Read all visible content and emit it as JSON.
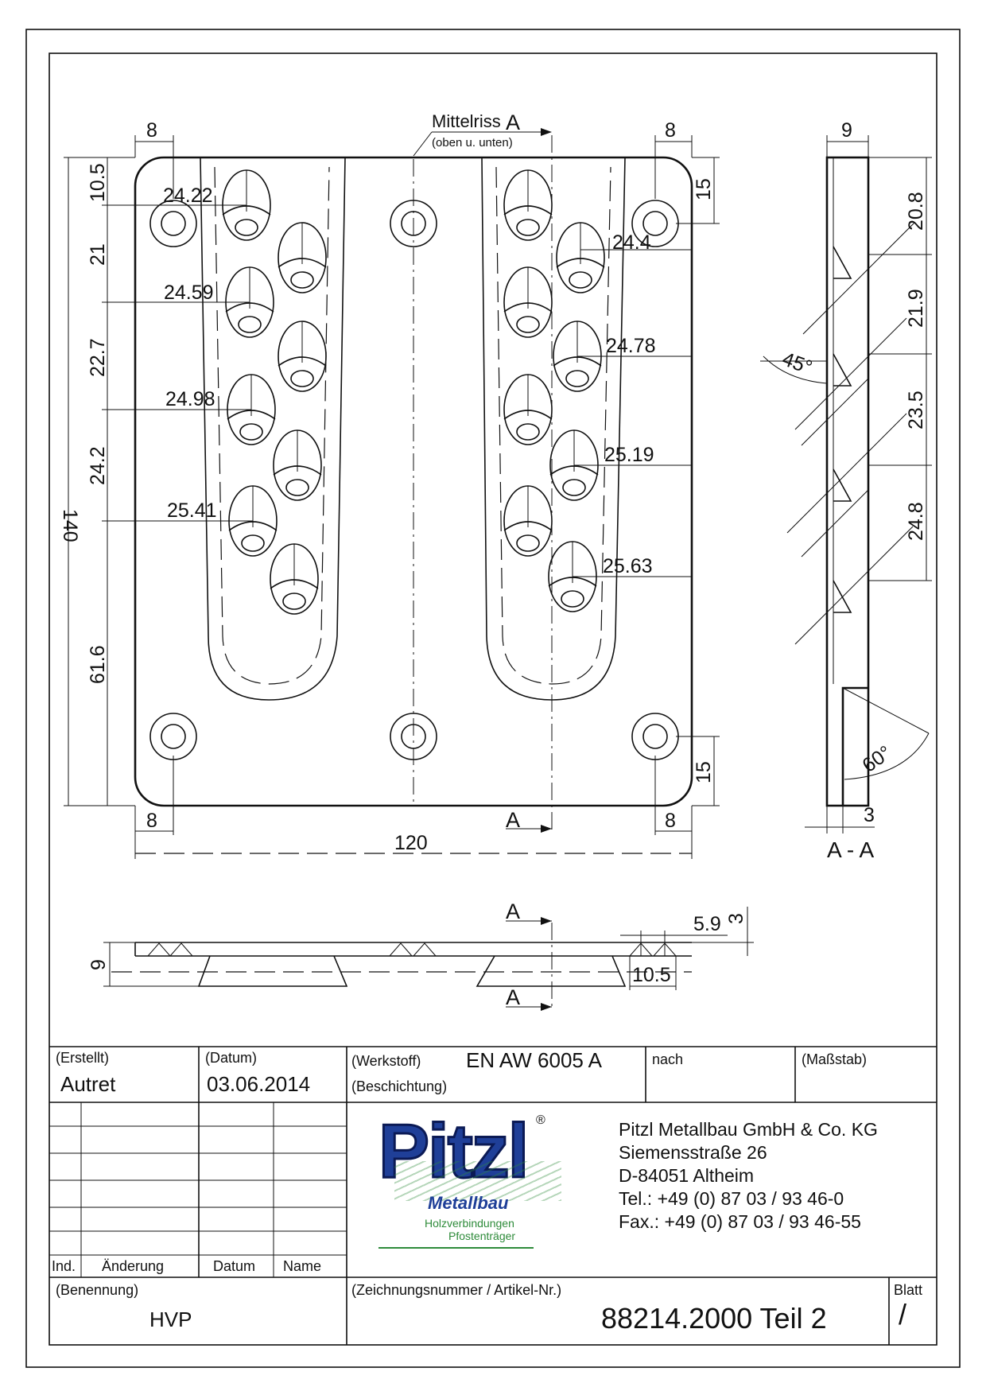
{
  "drawing": {
    "top_view": {
      "labels": {
        "centerline": "Mittelriss",
        "centerline_note": "(oben u. unten)",
        "section_letter": "A"
      },
      "dimensions": {
        "edge_left_top": "8",
        "edge_right_top": "8",
        "edge_left_bottom": "8",
        "edge_right_bottom": "8",
        "hole_top_offset": "15",
        "hole_bottom_offset": "15",
        "total_width": "120",
        "total_height": "140",
        "left_vertical": [
          "10.5",
          "21",
          "22.7",
          "24.2",
          "61.6"
        ],
        "left_horizontal": [
          "24.22",
          "24.59",
          "24.98",
          "25.41"
        ],
        "right_horizontal": [
          "24.4",
          "24.78",
          "25.19",
          "25.63"
        ]
      }
    },
    "section_view": {
      "title": "A - A",
      "dimensions": {
        "thickness": "9",
        "tooth_spacing": [
          "20.8",
          "21.9",
          "23.5",
          "24.8"
        ],
        "angle_top": "45°",
        "angle_bottom": "60°",
        "base": "3"
      }
    },
    "side_view": {
      "dimensions": {
        "height": "9",
        "tooth_width": "5.9",
        "tooth_height": "3",
        "tooth_length": "10.5"
      },
      "section_letter": "A"
    }
  },
  "title_block": {
    "created_label": "(Erstellt)",
    "created_value": "Autret",
    "date_label": "(Datum)",
    "date_value": "03.06.2014",
    "material_label": "(Werkstoff)",
    "material_value": "EN AW 6005 A",
    "coating_label": "(Beschichtung)",
    "nach_label": "nach",
    "scale_label": "(Maßstab)",
    "revision_headers": [
      "Ind.",
      "Änderung",
      "Datum",
      "Name"
    ],
    "name_label": "(Benennung)",
    "name_value": "HVP",
    "drawing_number_label": "(Zeichnungsnummer / Artikel-Nr.)",
    "drawing_number_value": "88214.2000 Teil 2",
    "sheet_label": "Blatt",
    "sheet_value": "/",
    "company": {
      "logo_text": "Pitzl",
      "logo_registered": "®",
      "logo_sub": "Metallbau",
      "logo_line1": "Holzverbindungen",
      "logo_line2": "Pfostenträger",
      "name": "Pitzl Metallbau GmbH & Co. KG",
      "street": "Siemensstraße 26",
      "city": "D-84051 Altheim",
      "phone": "Tel.:  +49 (0) 87 03 / 93 46-0",
      "fax": "Fax.: +49 (0) 87 03 / 93 46-55"
    },
    "brand_colors": {
      "logo_blue": "#1f3f98",
      "logo_green": "#2e8b3a"
    }
  }
}
